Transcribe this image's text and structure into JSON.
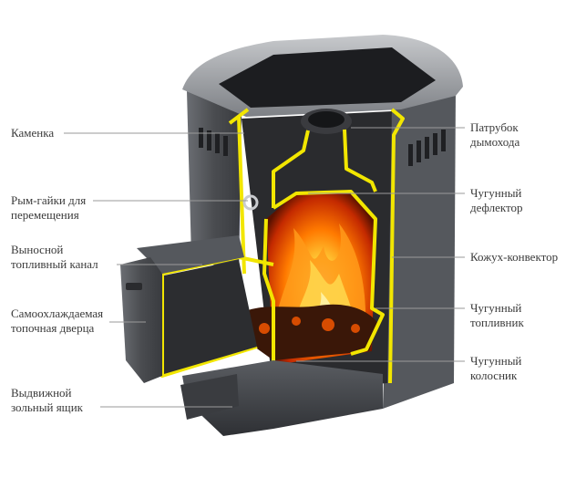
{
  "labels_left": [
    {
      "id": "kamenka",
      "text": "Каменка"
    },
    {
      "id": "rym",
      "text": "Рым-гайки для\nперемещения"
    },
    {
      "id": "vynosnoy",
      "text": "Выносной\nтопливный канал"
    },
    {
      "id": "dverca",
      "text": "Самоохлаждаемая\nтопочная дверца"
    },
    {
      "id": "yashchik",
      "text": "Выдвижной\nзольный ящик"
    }
  ],
  "labels_right": [
    {
      "id": "patrubok",
      "text": "Патрубок\nдымохода"
    },
    {
      "id": "deflektor",
      "text": "Чугунный\nдефлектор"
    },
    {
      "id": "kozhuh",
      "text": "Кожух-конвектор"
    },
    {
      "id": "toplivnik",
      "text": "Чугунный\nтопливник"
    },
    {
      "id": "kolosnik",
      "text": "Чугунный\nколосник"
    }
  ],
  "colors": {
    "text": "#3a3a3a",
    "leader": "#9a9a9a",
    "casing": "#4a4c50",
    "casing_dark": "#2e3034",
    "casing_light": "#8c8f94",
    "highlight": "#f2e600",
    "fire": "#ff7a00"
  }
}
